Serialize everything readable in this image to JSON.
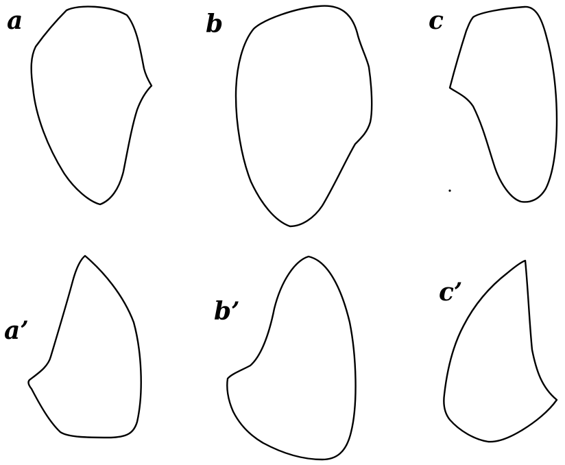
{
  "figure": {
    "labels": {
      "a": "a",
      "b": "b",
      "c": "c",
      "a_prime": "a’",
      "b_prime": "b’",
      "c_prime": "c’"
    },
    "colors": {
      "ink": "#000000",
      "paper": "#ffffff"
    }
  }
}
